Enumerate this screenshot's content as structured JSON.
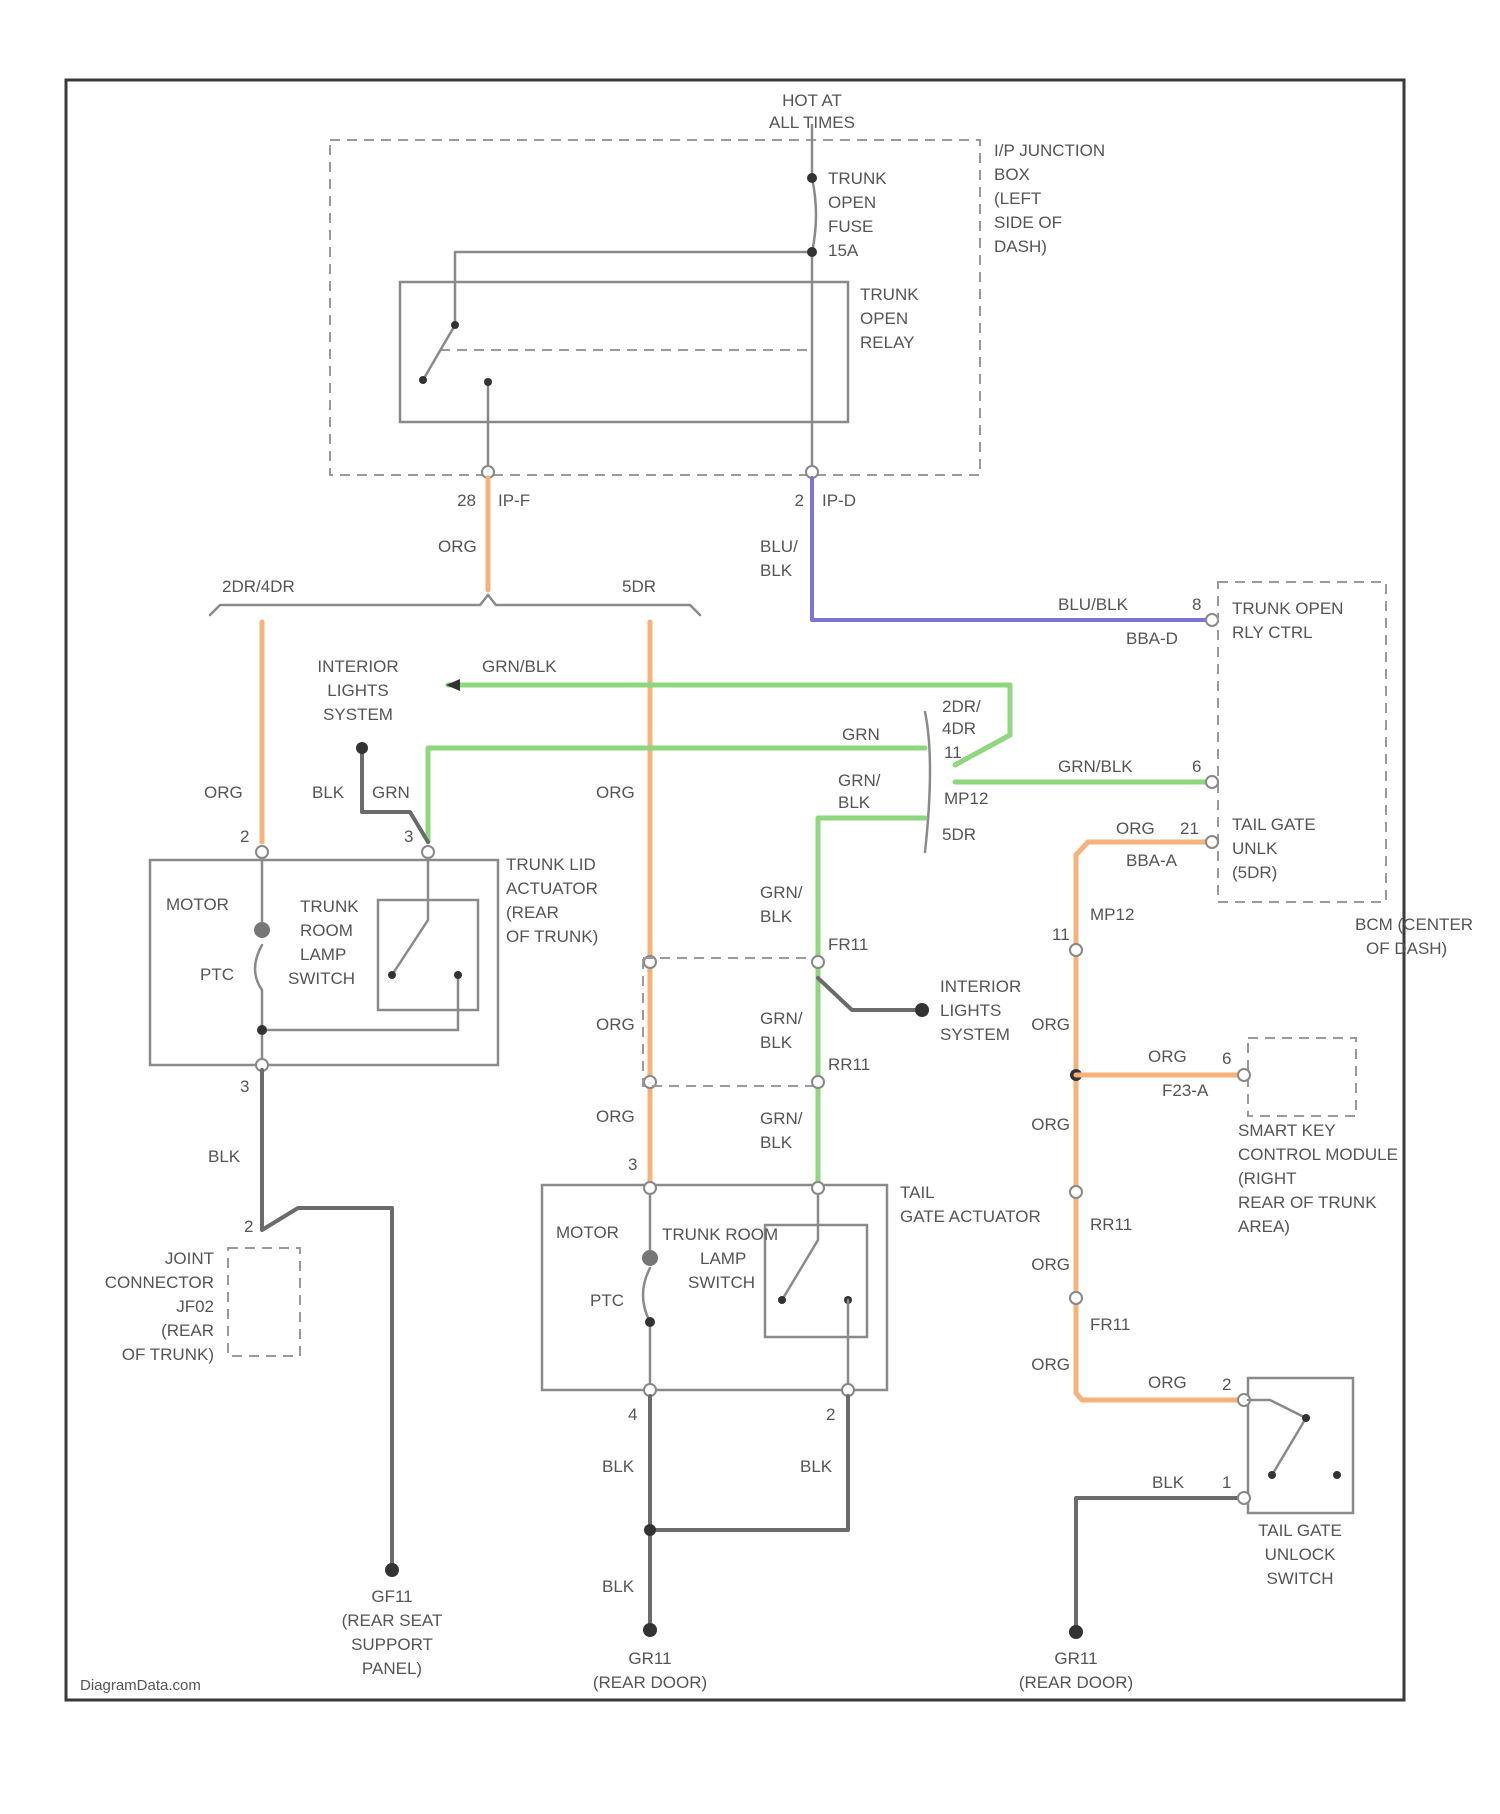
{
  "source_watermark": "DiagramData.com",
  "power_label": [
    "HOT AT",
    "ALL TIMES"
  ],
  "ip_junction_box": {
    "label": [
      "I/P JUNCTION",
      "BOX",
      "(LEFT",
      "SIDE OF",
      "DASH)"
    ],
    "fuse_label": [
      "TRUNK",
      "OPEN",
      "FUSE",
      "15A"
    ],
    "relay_label": [
      "TRUNK",
      "OPEN",
      "RELAY"
    ],
    "pin_left": "28",
    "conn_left": "IP-F",
    "pin_right": "2",
    "conn_right": "IP-D"
  },
  "wires": {
    "org": "ORG",
    "blu_blk": [
      "BLU/",
      "BLK"
    ],
    "blu_blk_inline": "BLU/BLK",
    "grn_blk_top": "GRN/BLK",
    "grn": "GRN",
    "grn_blk_mid": "GRN/BLK",
    "grn_blk_v": [
      "GRN/",
      "BLK"
    ],
    "blk": "BLK",
    "org_tgu": "ORG",
    "org_smart": "ORG"
  },
  "splits": {
    "left": "2DR/4DR",
    "right": "5DR"
  },
  "bcm": {
    "label": [
      "BCM (CENTER",
      "OF DASH)"
    ],
    "trunk_open": [
      "TRUNK OPEN",
      "RLY CTRL"
    ],
    "trunk_pin": "8",
    "trunk_conn": "BBA-D",
    "tgu_pin": "6",
    "tgu_label": [
      "TAIL GATE",
      "UNLK",
      "(5DR)"
    ],
    "tgu_pin2": "21",
    "tgu_conn": "BBA-A"
  },
  "interior_lights": [
    "INTERIOR",
    "LIGHTS",
    "SYSTEM"
  ],
  "interior_lights_2": [
    "INTERIOR",
    "LIGHTS",
    "SYSTEM"
  ],
  "mp12": {
    "name": "MP12",
    "top": [
      "2DR/",
      "4DR"
    ],
    "bottom": "5DR",
    "pin": "11"
  },
  "trunk_lid_actuator": {
    "label": [
      "TRUNK LID",
      "ACTUATOR",
      "(REAR",
      "OF TRUNK)"
    ],
    "motor": "MOTOR",
    "ptc": "PTC",
    "switch": [
      "TRUNK",
      "ROOM",
      "LAMP",
      "SWITCH"
    ],
    "pin_top_left": "2",
    "pin_top_right": "3",
    "pin_bottom": "3"
  },
  "tail_gate_actuator": {
    "label": [
      "TAIL",
      "GATE ACTUATOR"
    ],
    "motor": "MOTOR",
    "ptc": "PTC",
    "switch": [
      "TRUNK ROOM",
      "LAMP",
      "SWITCH"
    ],
    "pin_top_left": "3",
    "pin_bottom_left": "4",
    "pin_bottom_right": "2"
  },
  "connectors": {
    "fr11_top": "FR11",
    "rr11": "RR11",
    "fr11_v": "FR11",
    "rr11_v": "RR11",
    "mp12_v": "MP12"
  },
  "joint_connector": [
    "JOINT",
    "CONNECTOR",
    "JF02",
    "(REAR",
    "OF TRUNK)"
  ],
  "smart_key": {
    "label": [
      "SMART KEY",
      "CONTROL MODULE",
      "(RIGHT",
      "REAR OF TRUNK",
      "AREA)"
    ],
    "pin": "6",
    "conn": "F23-A"
  },
  "tail_gate_switch": {
    "label": [
      "TAIL GATE",
      "UNLOCK",
      "SWITCH"
    ],
    "pin_top": "2",
    "pin_bottom": "1"
  },
  "grounds": {
    "g1": [
      "GF11",
      "(REAR SEAT",
      "SUPPORT",
      "PANEL)"
    ],
    "g2": [
      "GR11",
      "(REAR DOOR)"
    ],
    "g3": [
      "GR11",
      "(REAR DOOR)"
    ]
  }
}
